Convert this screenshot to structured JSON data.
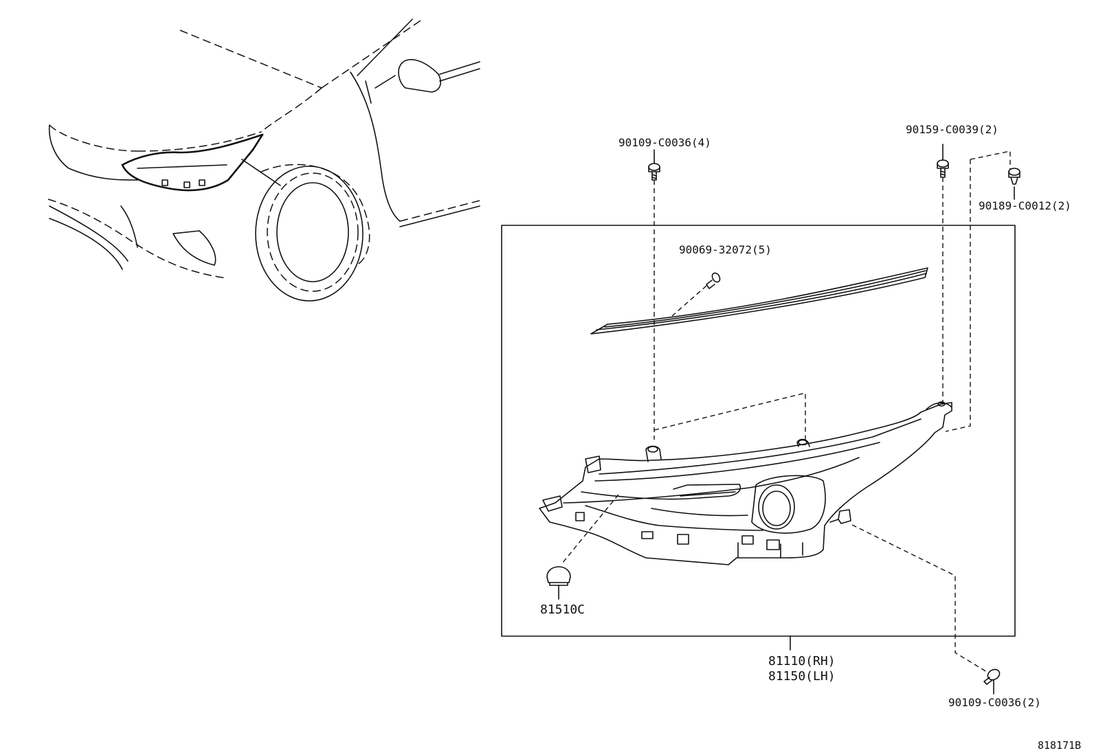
{
  "diagram": {
    "drawing_code": "818171B",
    "parts": {
      "bolt_top_left": "90109-C0036(4)",
      "bolt_top_right": "90159-C0039(2)",
      "clip_right": "90189-C0012(2)",
      "screw_molding": "90069-32072(5)",
      "bulb": "81510C",
      "assembly_rh": "81110(RH)",
      "assembly_lh": "81150(LH)",
      "bolt_bottom_right": "90109-C0036(2)"
    }
  }
}
